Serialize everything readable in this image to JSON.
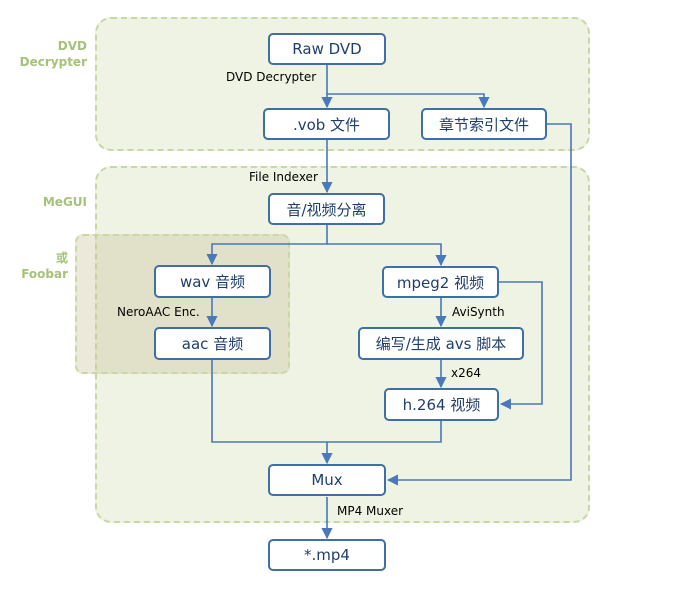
{
  "colors": {
    "node_border": "#3f6fa8",
    "node_text": "#1f3f6a",
    "edge": "#4a78b8",
    "region_fill": "#eef3e3",
    "region_border": "#c5d9a6",
    "region_label": "#a6c27a",
    "foobar_fill": "#ddd8bd"
  },
  "regions": {
    "dvd_decrypter": "DVD\nDecrypter",
    "megui": "MeGUI",
    "foobar": "或\nFoobar"
  },
  "nodes": {
    "raw_dvd": "Raw DVD",
    "vob": ".vob 文件",
    "chapter_index": "章节索引文件",
    "av_split": "音/视频分离",
    "wav": "wav 音频",
    "aac": "aac 音频",
    "mpeg2": "mpeg2 视频",
    "avs_script": "编写/生成 avs 脚本",
    "h264": "h.264 视频",
    "mux": "Mux",
    "mp4": "*.mp4"
  },
  "edge_labels": {
    "dvd_decrypter": "DVD Decrypter",
    "file_indexer": "File Indexer",
    "neroaac": "NeroAAC Enc.",
    "avisynth": "AviSynth",
    "x264": "x264",
    "mp4_muxer": "MP4 Muxer"
  }
}
